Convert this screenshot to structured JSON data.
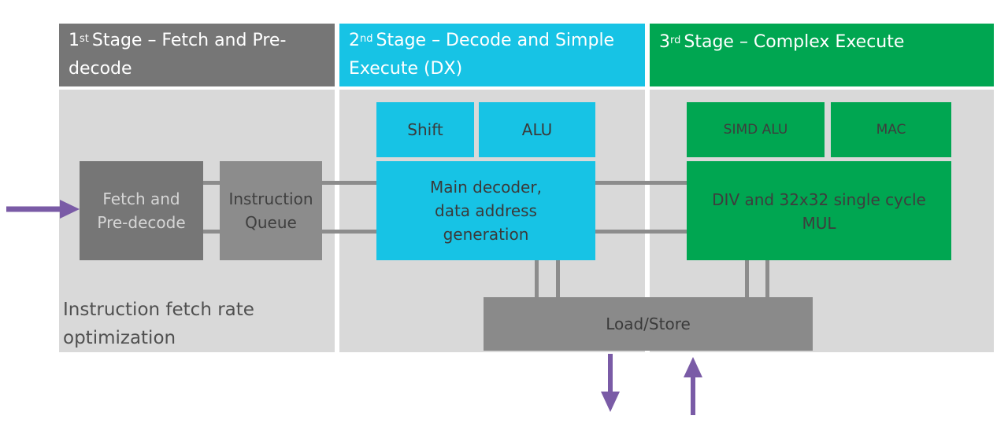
{
  "stages": [
    {
      "sup": "st",
      "prefix": "1",
      "title": "Stage – Fetch and Pre-decode"
    },
    {
      "sup": "nd",
      "prefix": "2",
      "title": "Stage – Decode and Simple Execute  (DX)"
    },
    {
      "sup": "rd",
      "prefix": "3",
      "title": "Stage – Complex Execute"
    }
  ],
  "blocks": {
    "fetch": "Fetch and Pre-decode",
    "queue": "Instruction Queue",
    "shift": "Shift",
    "alu": "ALU",
    "decoder": "Main decoder, data address generation",
    "simd": "SIMD ALU",
    "mac": "MAC",
    "divmul": "DIV and 32x32 single cycle MUL",
    "loadstore": "Load/Store"
  },
  "note": "Instruction fetch rate optimization",
  "colors": {
    "stage1": "#767676",
    "stage2": "#17c3e5",
    "stage3": "#00a651",
    "arrow": "#7a5ba6"
  }
}
